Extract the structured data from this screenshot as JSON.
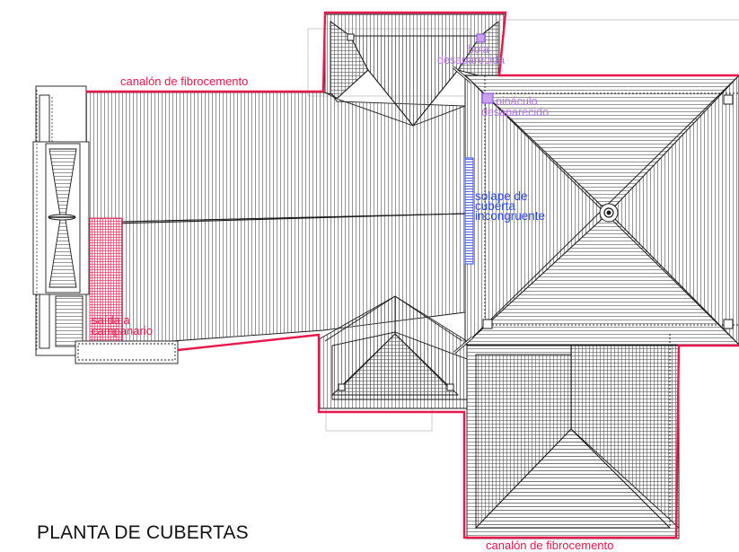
{
  "drawing": {
    "title": "PLANTA DE CUBERTAS",
    "annotations": {
      "gutter_top": "canalón de fibrocemento",
      "gutter_bottom": "canalón de fibrocemento",
      "bell_tower_exit": [
        "saída a",
        "campanario"
      ],
      "missing_ball": [
        "bola",
        "desaparecida"
      ],
      "missing_pinnacle": [
        "pináculo",
        "desaparecido"
      ],
      "roof_overlap": [
        "solape de",
        "cuberta",
        "incongruente"
      ]
    },
    "colors": {
      "line": "#1a1a1a",
      "hatch": "#6a6a6a",
      "gutter_red": "#e8174c",
      "missing_purple": "#b278e6",
      "overlap_blue": "#2a45ee",
      "faint_outline": "#b9b9b9"
    }
  }
}
